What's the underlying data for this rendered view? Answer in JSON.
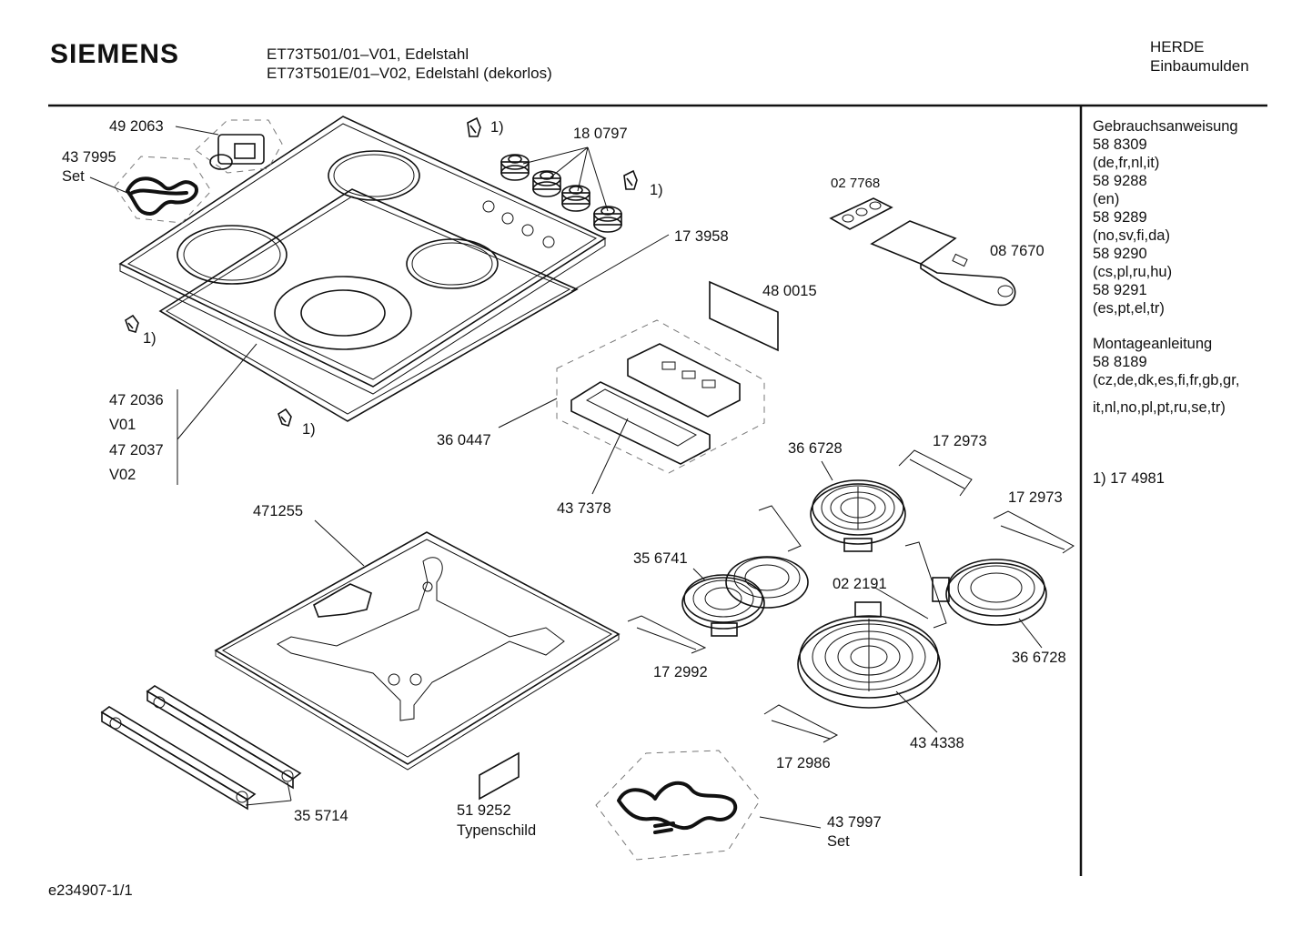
{
  "header": {
    "brand": "SIEMENS",
    "model_line_1": "ET73T501/01–V01, Edelstahl",
    "model_line_2": "ET73T501E/01–V02, Edelstahl (dekorlos)",
    "category_1": "HERDE",
    "category_2": "Einbaumulden"
  },
  "sidebar": {
    "lines": [
      "Gebrauchsanweisung",
      "58 8309",
      "(de,fr,nl,it)",
      "58 9288",
      "(en)",
      "58 9289",
      "(no,sv,fi,da)",
      "58 9290",
      "(cs,pl,ru,hu)",
      "58 9291",
      "(es,pt,el,tr)",
      "Montageanleitung",
      "58 8189",
      "(cz,de,dk,es,fi,fr,gb,gr,",
      "it,nl,no,pl,pt,ru,se,tr)",
      "1)  17 4981"
    ]
  },
  "parts": {
    "p492063": "49 2063",
    "p437995": "43 7995",
    "p437995_set": "Set",
    "note_1a": "1)",
    "p180797": "18 0797",
    "note_1b": "1)",
    "p173958": "17 3958",
    "note_1c": "1)",
    "p472036": "47 2036",
    "v01": "V01",
    "p472037": "47 2037",
    "v02": "V02",
    "note_1d": "1)",
    "p027768": "02 7768",
    "p087670": "08 7670",
    "p480015": "48 0015",
    "p360447": "36 0447",
    "p437378": "43 7378",
    "p366728a": "36 6728",
    "p172973a": "17 2973",
    "p172973b": "17 2973",
    "p471255": "471255",
    "p356741": "35 6741",
    "p022191": "02 2191",
    "p172992": "17 2992",
    "p366728b": "36 6728",
    "p434338": "43 4338",
    "p172986": "17 2986",
    "p355714": "35 5714",
    "p519252": "51 9252",
    "typenschild": "Typenschild",
    "p437997": "43 7997",
    "p437997_set": "Set"
  },
  "footer": {
    "doc_id": "e234907-1/1"
  }
}
